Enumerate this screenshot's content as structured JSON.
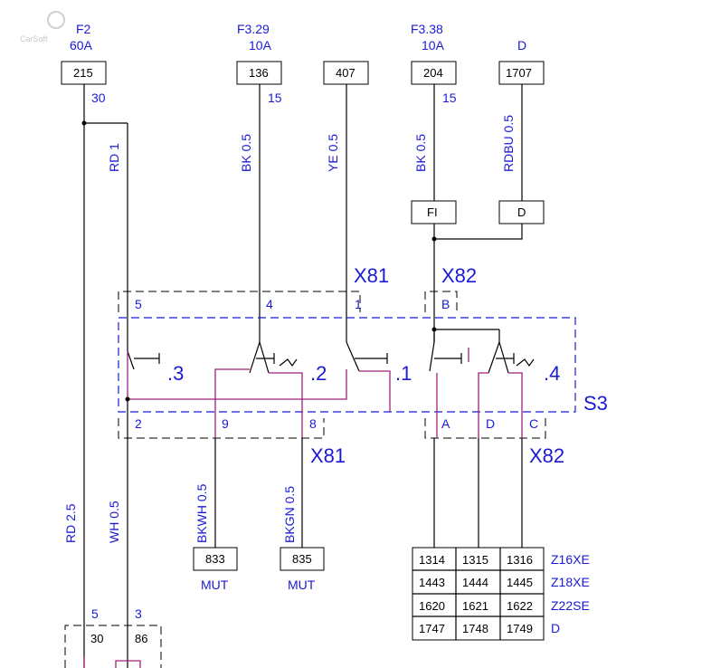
{
  "logo": "CarSoft",
  "fuses": [
    {
      "name": "F2",
      "rating": "60A",
      "connector": "215",
      "pin": "30"
    },
    {
      "name": "F3.29",
      "rating": "10A",
      "connector": "136",
      "pin": "15"
    },
    {
      "name": "",
      "rating": "",
      "connector": "407",
      "pin": ""
    },
    {
      "name": "F3.38",
      "rating": "10A",
      "connector": "204",
      "pin": "15"
    },
    {
      "name": "D",
      "rating": "",
      "connector": "1707",
      "pin": ""
    }
  ],
  "wires": {
    "rd1": "RD 1",
    "bk05a": "BK 0.5",
    "ye05": "YE 0.5",
    "bk05b": "BK 0.5",
    "rdbu05": "RDBU 0.5",
    "rd25": "RD 2.5",
    "wh05": "WH 0.5",
    "bkwh05": "BKWH 0.5",
    "bkgn05": "BKGN 0.5"
  },
  "variant_boxes": {
    "fi": "FI",
    "d": "D"
  },
  "connectors": {
    "x81": "X81",
    "x82": "X82",
    "switch": "S3"
  },
  "top_pins": {
    "p5": "5",
    "p4": "4",
    "p1": "1",
    "pB": "B"
  },
  "bottom_pins": {
    "p2": "2",
    "p9": "9",
    "p8": "8",
    "pA": "A",
    "pD": "D",
    "pC": "C"
  },
  "positions": {
    "s3": ".3",
    "s2": ".2",
    "s1": ".1",
    "s4": ".4"
  },
  "outputs": [
    {
      "id": "833",
      "label": "MUT"
    },
    {
      "id": "835",
      "label": "MUT"
    }
  ],
  "table": {
    "rows": [
      {
        "cells": [
          "1314",
          "1315",
          "1316"
        ],
        "engine": "Z16XE"
      },
      {
        "cells": [
          "1443",
          "1444",
          "1445"
        ],
        "engine": "Z18XE"
      },
      {
        "cells": [
          "1620",
          "1621",
          "1622"
        ],
        "engine": "Z22SE"
      },
      {
        "cells": [
          "1747",
          "1748",
          "1749"
        ],
        "engine": "D"
      }
    ]
  },
  "relay": {
    "pin5": "5",
    "pin3": "3",
    "term30": "30",
    "term86": "86"
  }
}
